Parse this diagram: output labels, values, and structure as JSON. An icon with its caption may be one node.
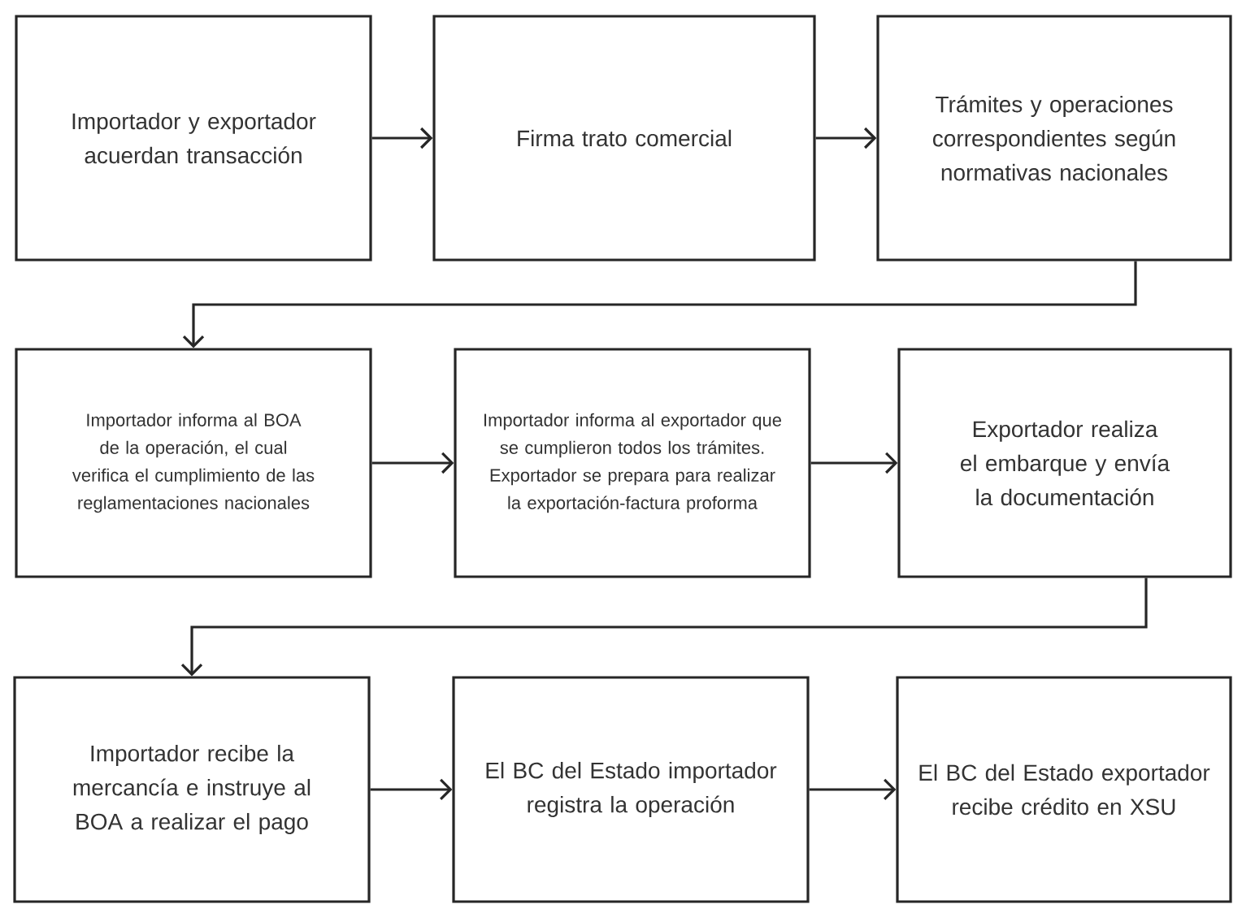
{
  "diagram": {
    "nodes": [
      {
        "text": [
          "Importador y exportador acuerdan transacción"
        ]
      },
      {
        "text": [
          "Firma trato comercial"
        ]
      },
      {
        "text": [
          "Trámites y operaciones correspondientes según normativas nacionales"
        ]
      },
      {
        "text": [
          "Importador informa al BOA de la operación, el cual verifica el cumplimiento de las reglamentaciones nacionales"
        ]
      },
      {
        "text": [
          "Importador informa al exportador que se cumplieron todos los trámites. Exportador se prepara para realizar la exportación-factura proforma"
        ]
      },
      {
        "text": [
          "Exportador realiza el embarque y envía la documentación"
        ]
      },
      {
        "text": [
          "Importador recibe la mercancía e instruye al BOA a realizar el pago"
        ]
      },
      {
        "text": [
          "El BC del Estado importador registra la operación"
        ]
      },
      {
        "text": [
          "El BC del Estado exportador recibe crédito en XSU"
        ]
      }
    ],
    "edges": [
      {
        "from": 0,
        "to": 1,
        "arrow": "to"
      },
      {
        "from": 1,
        "to": 2,
        "arrow": "to"
      },
      {
        "from": 2,
        "to": 3,
        "arrow": "to"
      },
      {
        "from": 3,
        "to": 4,
        "arrow": "to"
      },
      {
        "from": 4,
        "to": 5,
        "arrow": "to"
      },
      {
        "from": 5,
        "to": 6,
        "arrow": "to"
      },
      {
        "from": 6,
        "to": 7,
        "arrow": "to"
      },
      {
        "from": 7,
        "to": 8,
        "arrow": "to"
      }
    ]
  }
}
